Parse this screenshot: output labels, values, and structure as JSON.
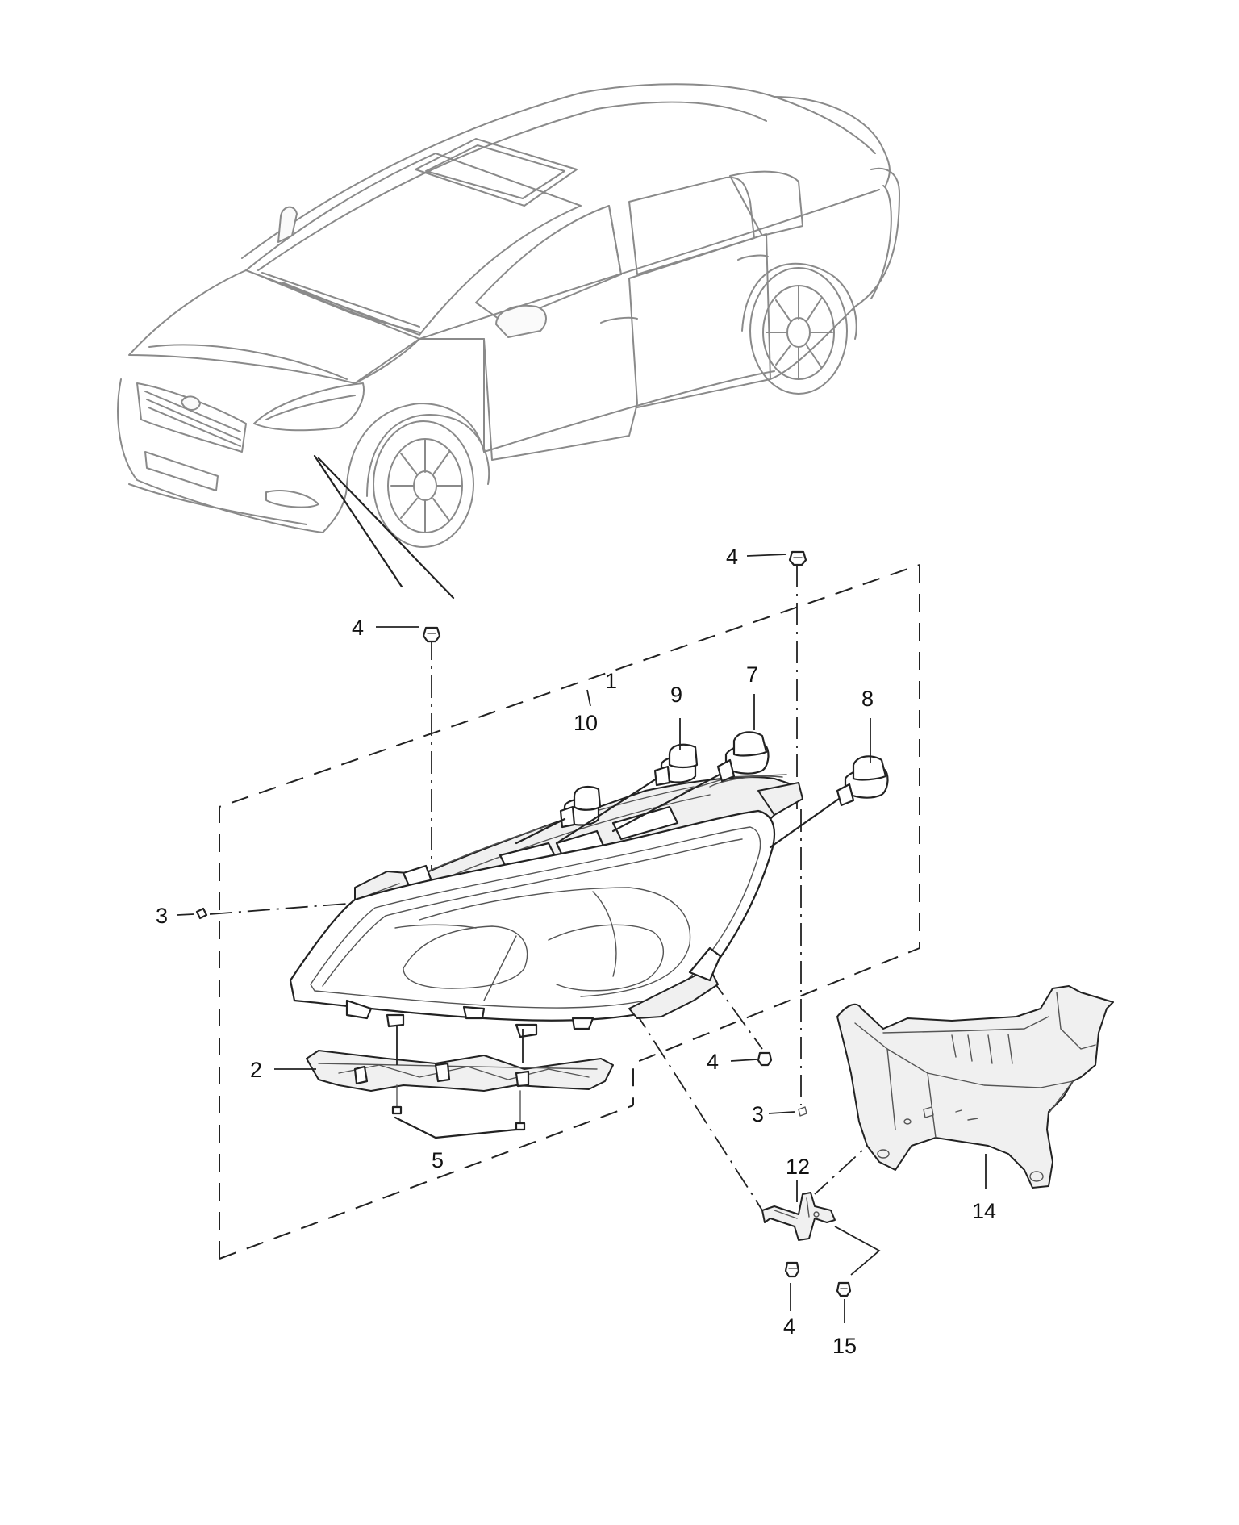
{
  "callouts": [
    {
      "id": "c4a",
      "text": "4"
    },
    {
      "id": "c4b",
      "text": "4"
    },
    {
      "id": "c1",
      "text": "1"
    },
    {
      "id": "c10",
      "text": "10"
    },
    {
      "id": "c9",
      "text": "9"
    },
    {
      "id": "c7",
      "text": "7"
    },
    {
      "id": "c8",
      "text": "8"
    },
    {
      "id": "c3a",
      "text": "3"
    },
    {
      "id": "c2",
      "text": "2"
    },
    {
      "id": "c4c",
      "text": "4"
    },
    {
      "id": "c3b",
      "text": "3"
    },
    {
      "id": "c5",
      "text": "5"
    },
    {
      "id": "c12",
      "text": "12"
    },
    {
      "id": "c14",
      "text": "14"
    },
    {
      "id": "c4d",
      "text": "4"
    },
    {
      "id": "c15",
      "text": "15"
    }
  ]
}
